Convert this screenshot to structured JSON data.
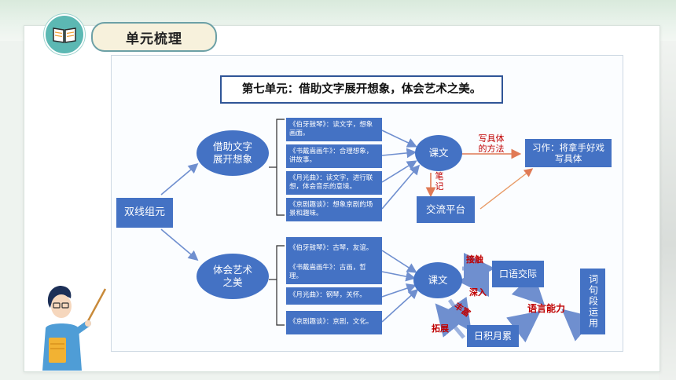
{
  "header": {
    "title": "单元梳理"
  },
  "diagram": {
    "title": "第七单元：借助文字展开想象，体会艺术之美。",
    "root": "双线组元",
    "branch_top": "借助文字\n展开想象",
    "branch_bottom": "体会艺术\n之美",
    "top_items": [
      "《伯牙鼓琴》：读文字，想象画面。",
      "《书戴嵩画牛》：合理想象，讲故事。",
      "《月光曲》：读文字，进行联想，体会音乐的意境。",
      "《京剧趣谈》：想象京剧的场景和趣味。"
    ],
    "bottom_items": [
      "《伯牙鼓琴》：古琴，友谊。",
      "《书戴嵩画牛》：古画，哲理。",
      "《月光曲》：钢琴，关怀。",
      "《京剧趣谈》：京剧，文化。"
    ],
    "top_flow": {
      "text": "课文",
      "method_label": "写具体\n的方法",
      "exercise": "习作：将拿手好戏写具体",
      "notes_label": "笔\n记",
      "platform": "交流平台"
    },
    "bottom_flow": {
      "text": "课文",
      "contact_label": "接触",
      "deepen_label": "深入",
      "oral": "口语交际",
      "enrich_label": "丰富",
      "expand_label": "拓展",
      "accumulate": "日积月累",
      "language": "语言能力",
      "usage": "词句段运用"
    }
  },
  "colors": {
    "box_blue": "#4472c4",
    "arrow_blue": "#8fa9dc",
    "label_red": "#c00000",
    "teal": "#5cb8b3"
  }
}
